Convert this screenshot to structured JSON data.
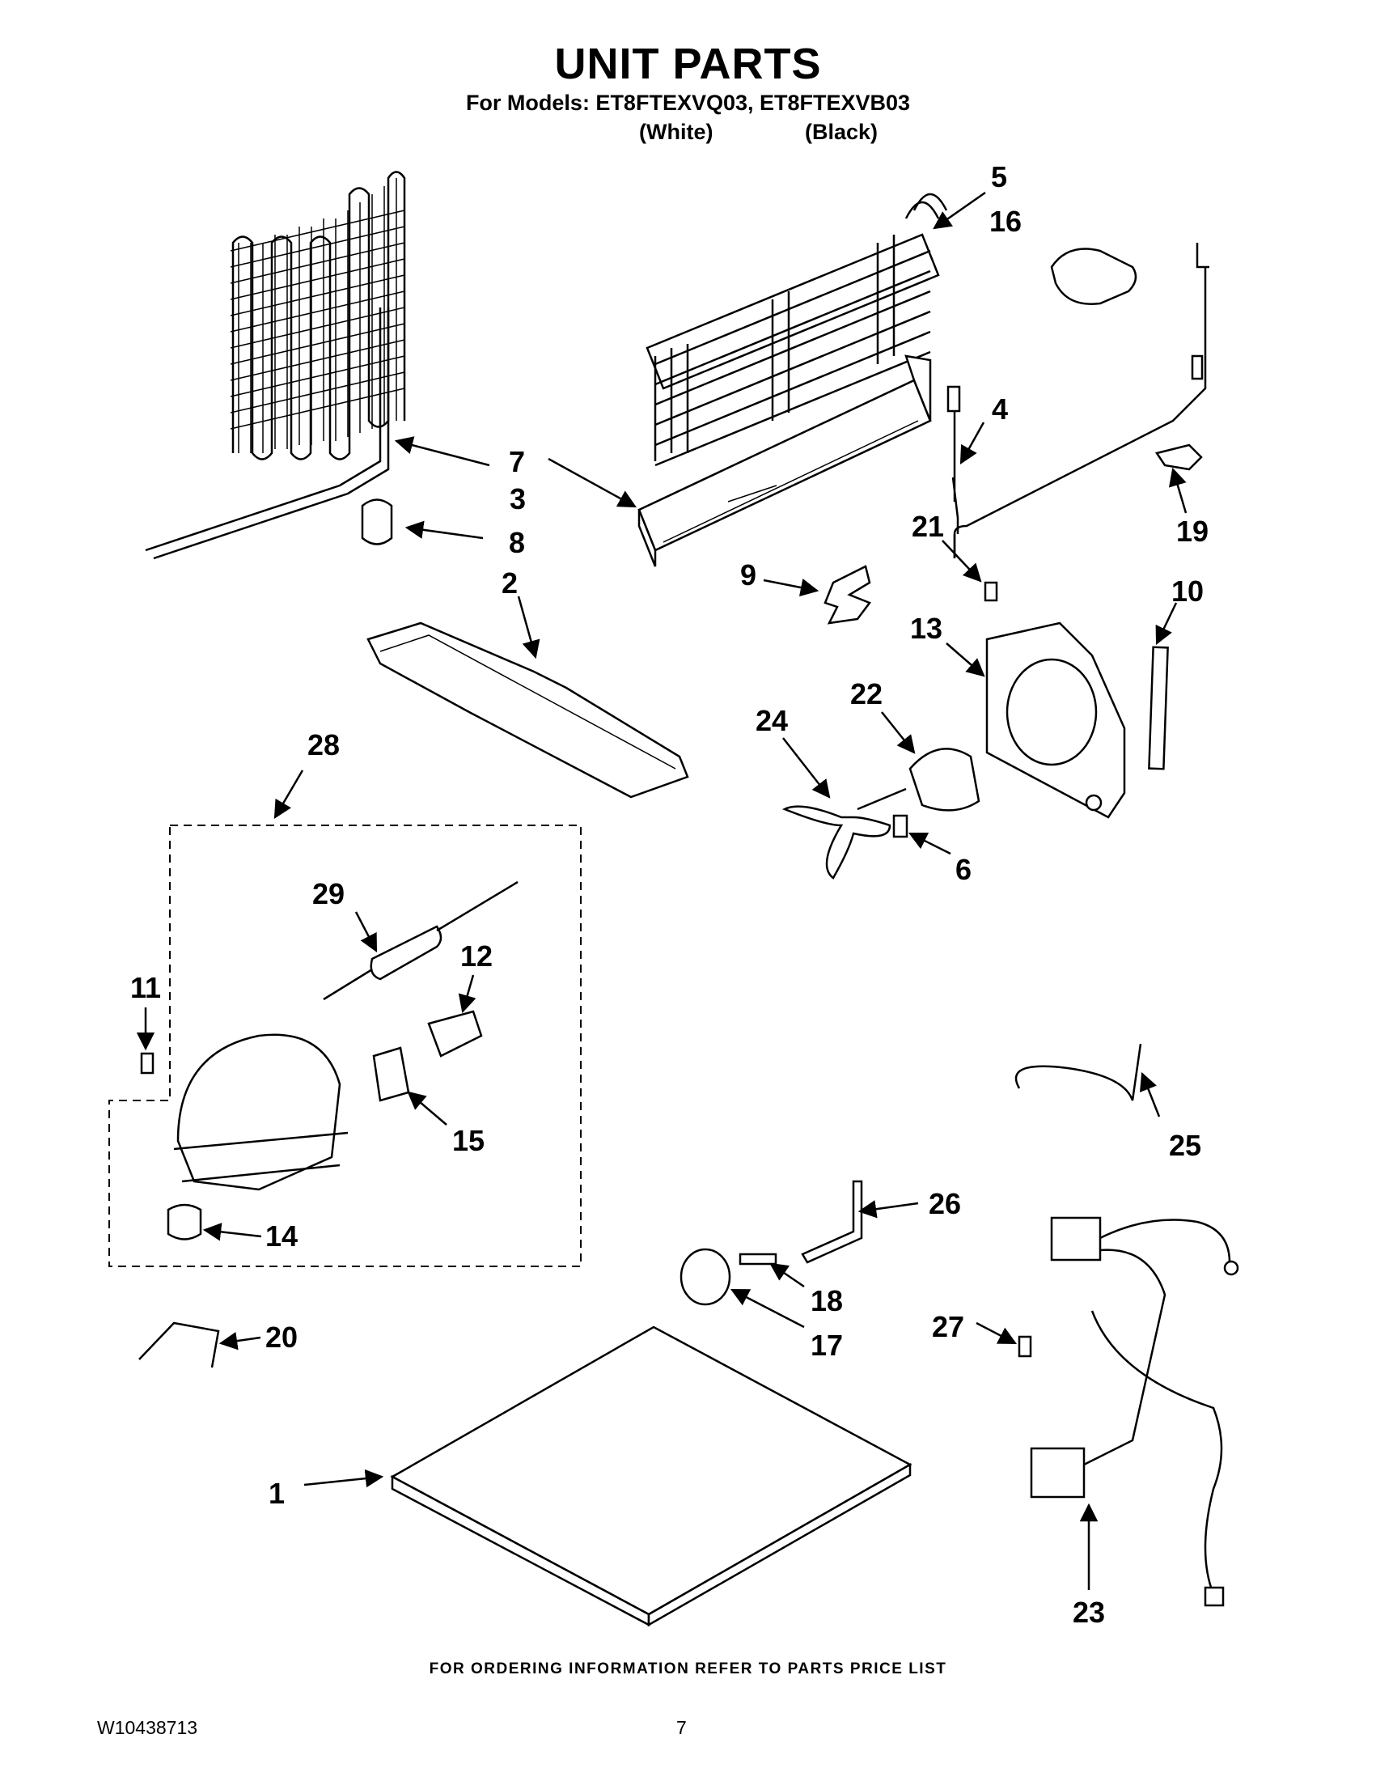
{
  "header": {
    "title": "UNIT PARTS",
    "models_line": "For Models: ET8FTEXVQ03, ET8FTEXVB03",
    "color_1": "(White)",
    "color_2": "(Black)"
  },
  "callouts": [
    "1",
    "2",
    "3",
    "4",
    "5",
    "6",
    "7",
    "8",
    "9",
    "10",
    "11",
    "12",
    "13",
    "14",
    "15",
    "16",
    "17",
    "18",
    "19",
    "20",
    "21",
    "22",
    "23",
    "24",
    "25",
    "26",
    "27",
    "28",
    "29"
  ],
  "footer": {
    "ordering_note": "FOR ORDERING INFORMATION REFER TO PARTS PRICE LIST",
    "doc_id": "W10438713",
    "page_number": "7"
  }
}
